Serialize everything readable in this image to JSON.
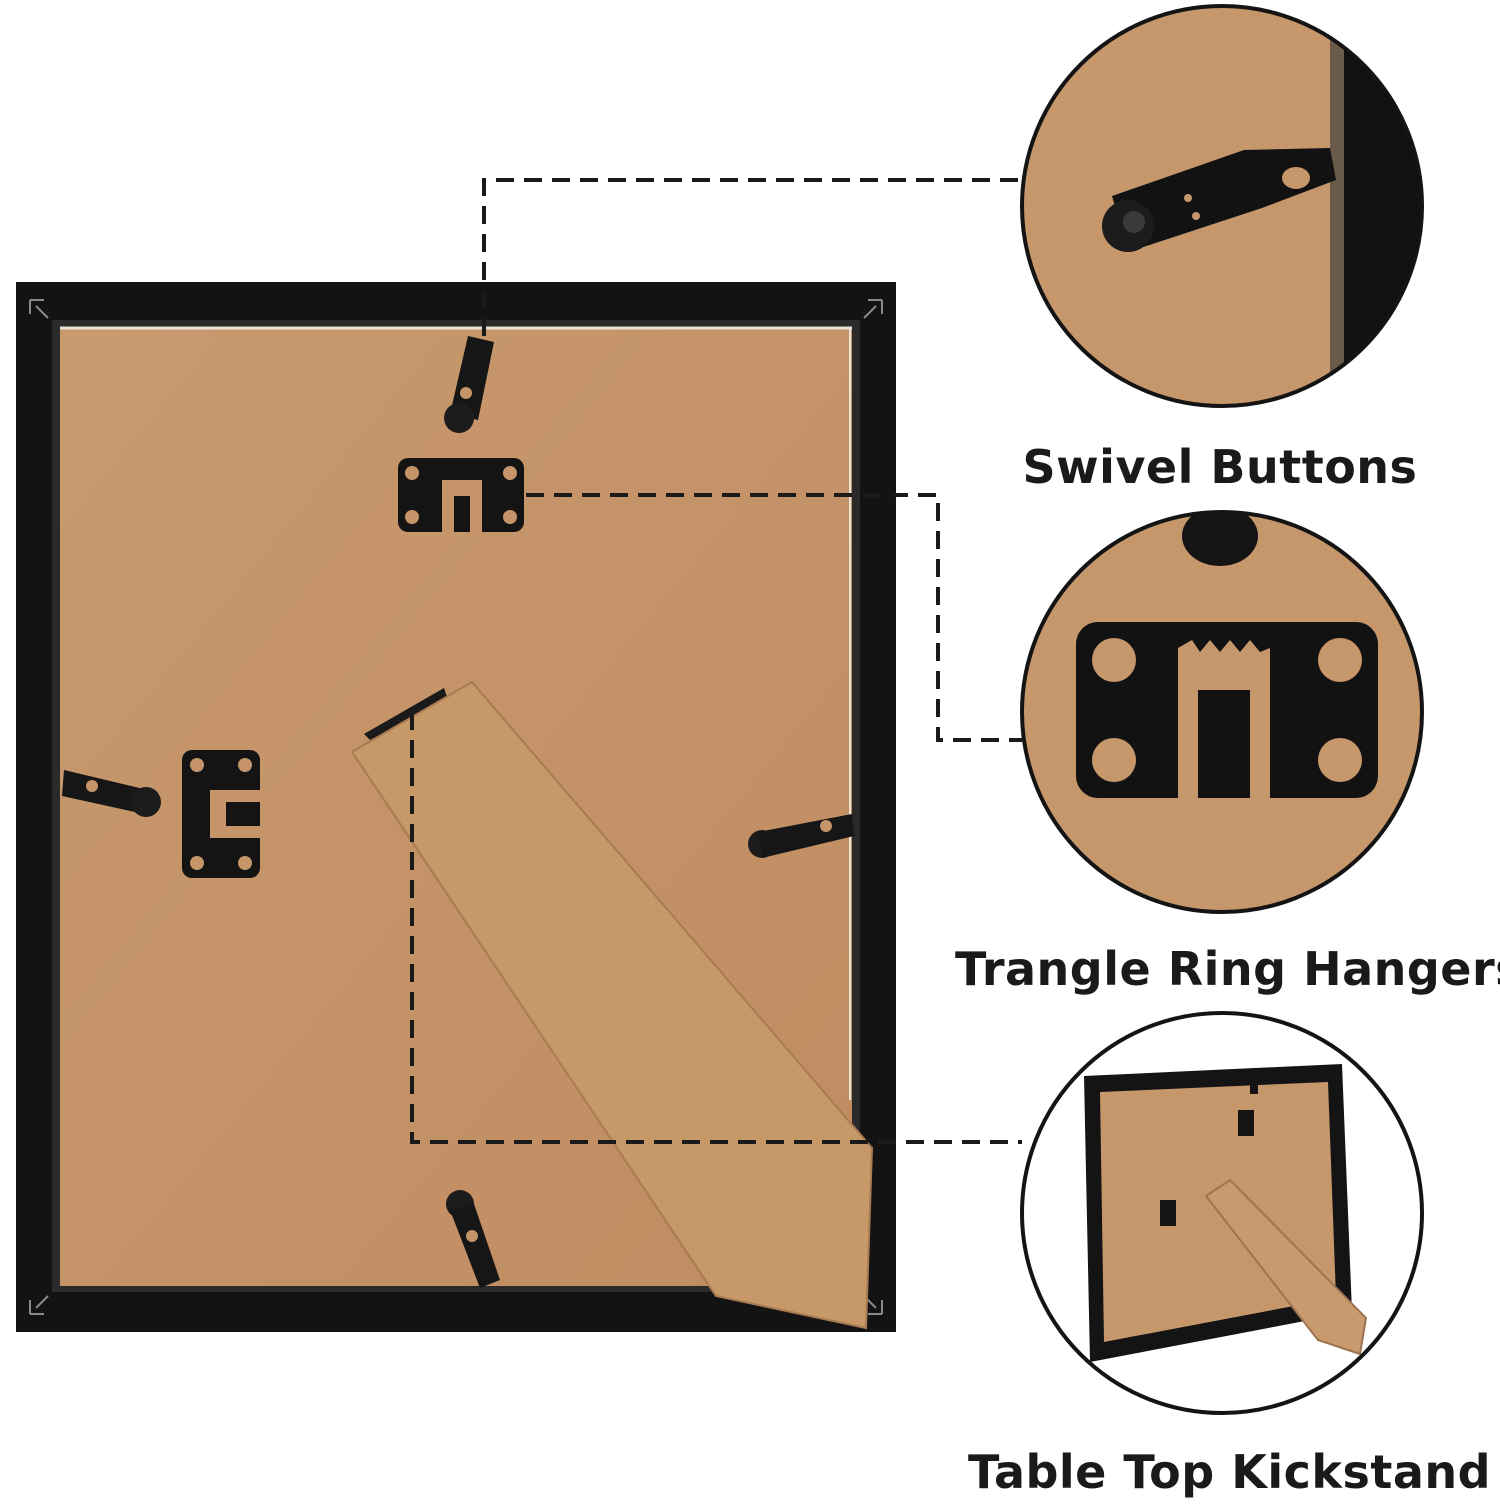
{
  "features": [
    {
      "id": "swivel-buttons",
      "label": "Swivel Buttons"
    },
    {
      "id": "triangle-ring-hangers",
      "label": "Trangle Ring Hangers"
    },
    {
      "id": "table-top-kickstand",
      "label": "Table Top Kickstand"
    }
  ],
  "colors": {
    "frame": "#121212",
    "backing": "#c69469",
    "kickstand": "#c99a6e",
    "hardware": "#151515",
    "leader_line": "#1a1a1a",
    "circle_border": "#141414"
  },
  "icons": [
    "swivel-button-icon",
    "sawtooth-hanger-icon",
    "kickstand-icon",
    "frame-corner-icon"
  ]
}
